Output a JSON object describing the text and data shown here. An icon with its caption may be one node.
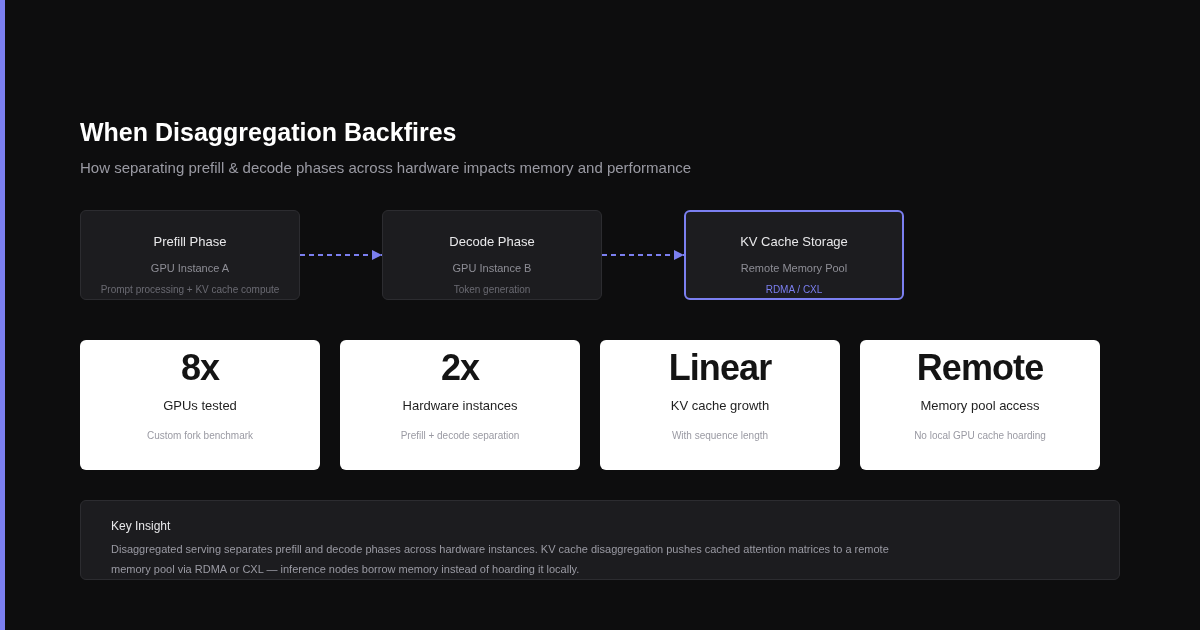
{
  "diagram": {
    "title": "When Disaggregation Backfires",
    "caption": "How separating prefill & decode phases across hardware impacts memory and performance",
    "nodes": [
      {
        "text": [
          "Prefill Phase",
          "GPU Instance A",
          "Prompt processing + KV cache compute"
        ]
      },
      {
        "text": [
          "Decode Phase",
          "GPU Instance B",
          "Token generation"
        ]
      },
      {
        "text": [
          "KV Cache Storage",
          "Remote Memory Pool",
          "RDMA / CXL"
        ]
      },
      {
        "text": [
          "8x",
          "GPUs tested",
          "Custom fork benchmark"
        ]
      },
      {
        "text": [
          "2x",
          "Hardware instances",
          "Prefill + decode separation"
        ]
      },
      {
        "text": [
          "Linear",
          "KV cache growth",
          "With sequence length"
        ]
      },
      {
        "text": [
          "Remote",
          "Memory pool access",
          "No local GPU cache hoarding"
        ]
      },
      {
        "text": [
          "Key Insight",
          "Disaggregated serving separates prefill and decode phases across hardware instances. KV cache disaggregation pushes cached attention matrices to a remote memory pool via RDMA or CXL — inference nodes borrow memory instead of hoarding it locally."
        ]
      }
    ],
    "edges": [
      {
        "from": 0,
        "to": 1,
        "arrow": "to",
        "style": "dashed"
      },
      {
        "from": 1,
        "to": 2,
        "arrow": "to",
        "style": "dashed"
      }
    ]
  }
}
